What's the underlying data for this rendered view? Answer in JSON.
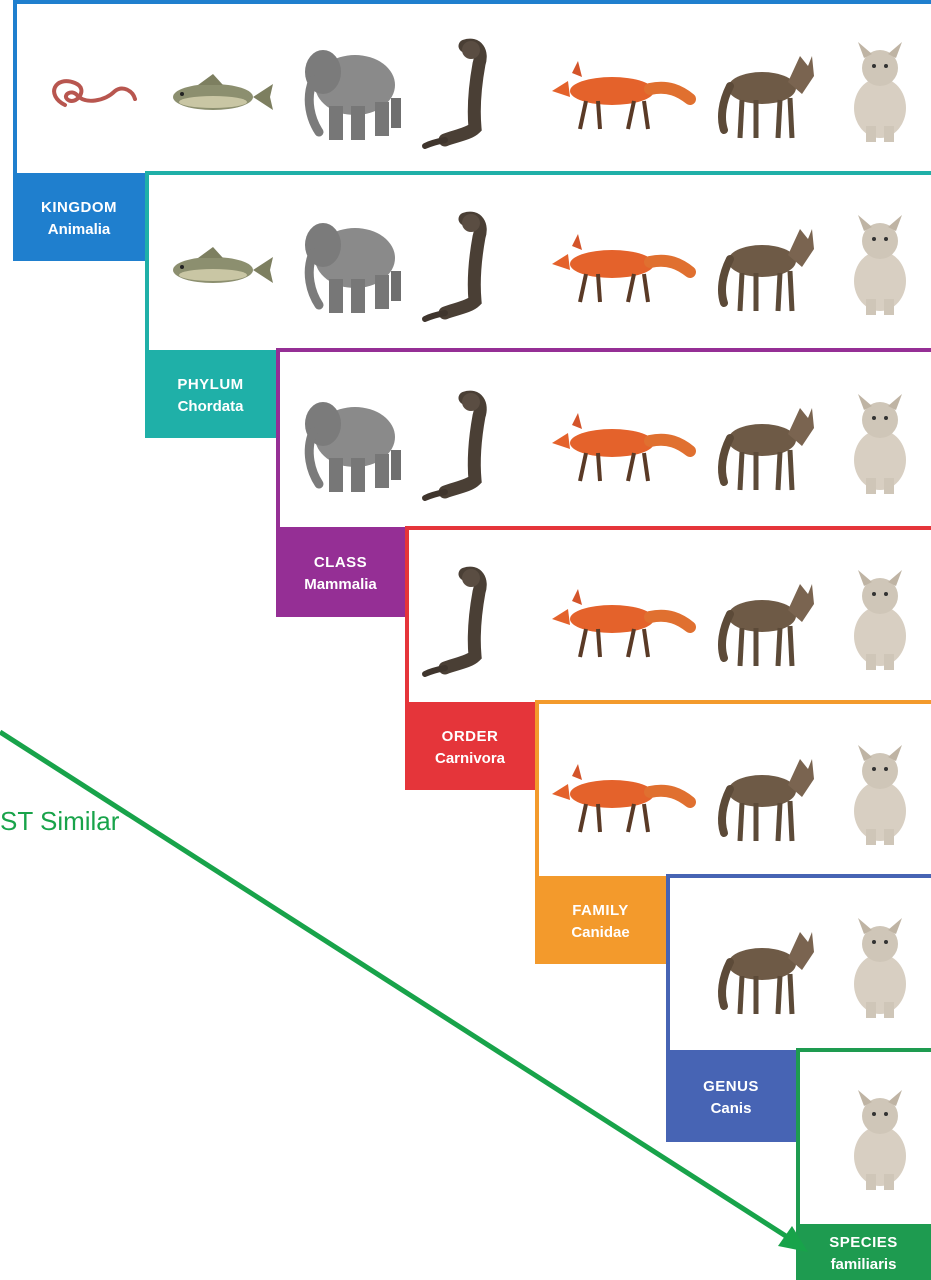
{
  "colors": {
    "kingdom": "#1f7fce",
    "phylum": "#1fb0a8",
    "class": "#952f95",
    "order": "#e5353a",
    "family": "#f39a2c",
    "genus": "#4764b4",
    "species": "#1e9b50",
    "annotation": "#18a34a"
  },
  "levels": [
    {
      "rank": "KINGDOM",
      "taxon": "Animalia"
    },
    {
      "rank": "PHYLUM",
      "taxon": "Chordata"
    },
    {
      "rank": "CLASS",
      "taxon": "Mammalia"
    },
    {
      "rank": "ORDER",
      "taxon": "Carnivora"
    },
    {
      "rank": "FAMILY",
      "taxon": "Canidae"
    },
    {
      "rank": "GENUS",
      "taxon": "Canis"
    },
    {
      "rank": "SPECIES",
      "taxon": "familiaris"
    }
  ],
  "animals": [
    "worm-icon",
    "fish-icon",
    "elephant-icon",
    "ferret-icon",
    "fox-icon",
    "wolf-icon",
    "dog-icon"
  ],
  "annotation": {
    "text": "ST Similar"
  }
}
